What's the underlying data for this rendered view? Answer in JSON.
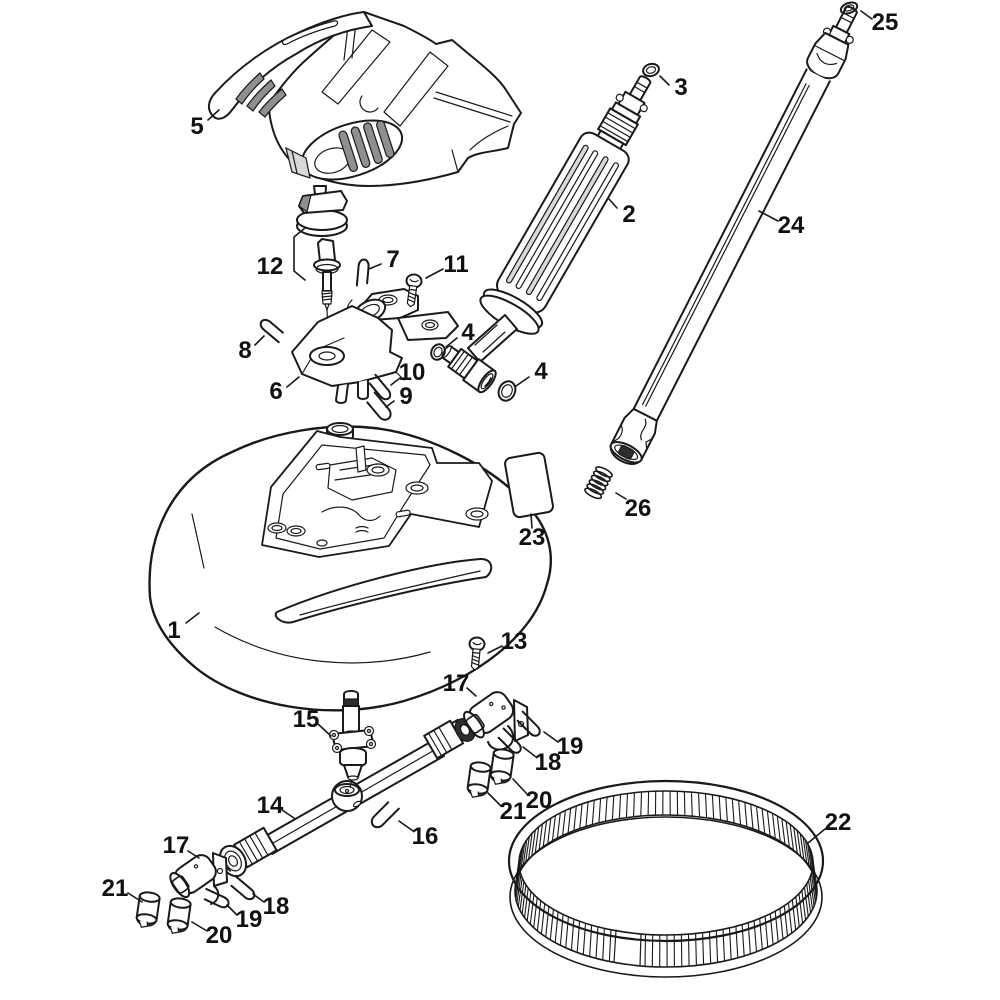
{
  "figure": {
    "type": "exploded-parts-diagram",
    "background": "#ffffff",
    "line_color": "#1a1a1a",
    "shade_gray": "#8f8f8f",
    "dark_fill": "#2e2e2e"
  },
  "callouts": [
    {
      "part": "1"
    },
    {
      "part": "2"
    },
    {
      "part": "3"
    },
    {
      "part": "4"
    },
    {
      "part": "4"
    },
    {
      "part": "5"
    },
    {
      "part": "6"
    },
    {
      "part": "7"
    },
    {
      "part": "8"
    },
    {
      "part": "9"
    },
    {
      "part": "10"
    },
    {
      "part": "11"
    },
    {
      "part": "12"
    },
    {
      "part": "13"
    },
    {
      "part": "14"
    },
    {
      "part": "15"
    },
    {
      "part": "16"
    },
    {
      "part": "17"
    },
    {
      "part": "17"
    },
    {
      "part": "18"
    },
    {
      "part": "18"
    },
    {
      "part": "19"
    },
    {
      "part": "19"
    },
    {
      "part": "20"
    },
    {
      "part": "20"
    },
    {
      "part": "21"
    },
    {
      "part": "21"
    },
    {
      "part": "22"
    },
    {
      "part": "23"
    },
    {
      "part": "24"
    },
    {
      "part": "25"
    },
    {
      "part": "26"
    }
  ]
}
